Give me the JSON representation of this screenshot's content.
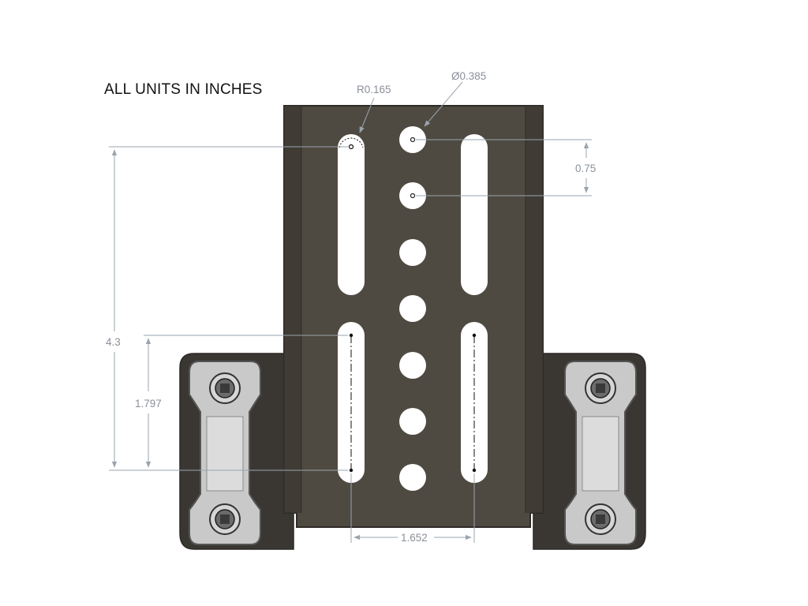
{
  "note": "ALL UNITS IN INCHES",
  "dimensions": {
    "radius": "R0.165",
    "diameter": "Ø0.385",
    "hole_spacing": "0.75",
    "overall_height": "4.3",
    "lower_slot_length": "1.797",
    "slot_spacing": "1.652"
  },
  "colors": {
    "plate": "#4f4a41",
    "plate_shadow": "#3c3832",
    "bracket": "#3a3733",
    "clamp": "#c9c9c9",
    "dimension": "#9aa4ae"
  }
}
